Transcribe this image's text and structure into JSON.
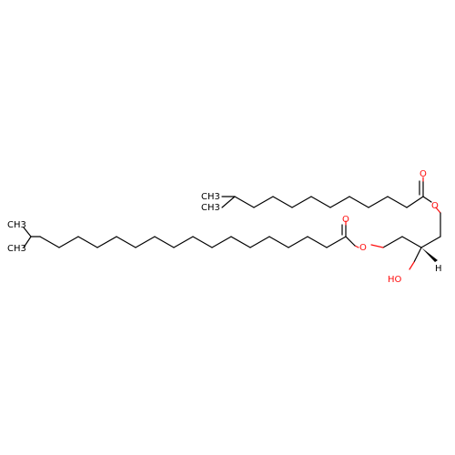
{
  "atoms": {
    "ch3_upper_1": "CH3",
    "ch3_upper_2": "CH3",
    "o_carbonyl_upper": "O",
    "o_ester_upper": "O",
    "ch3_lower_1": "CH3",
    "ch3_lower_2": "CH3",
    "o_carbonyl_lower": "O",
    "o_ester_lower": "O",
    "hydroxyl": "HO",
    "hydrogen": "H"
  },
  "colors": {
    "carbon": "#000000",
    "oxygen": "#ff0d0d",
    "background": "#ffffff"
  }
}
